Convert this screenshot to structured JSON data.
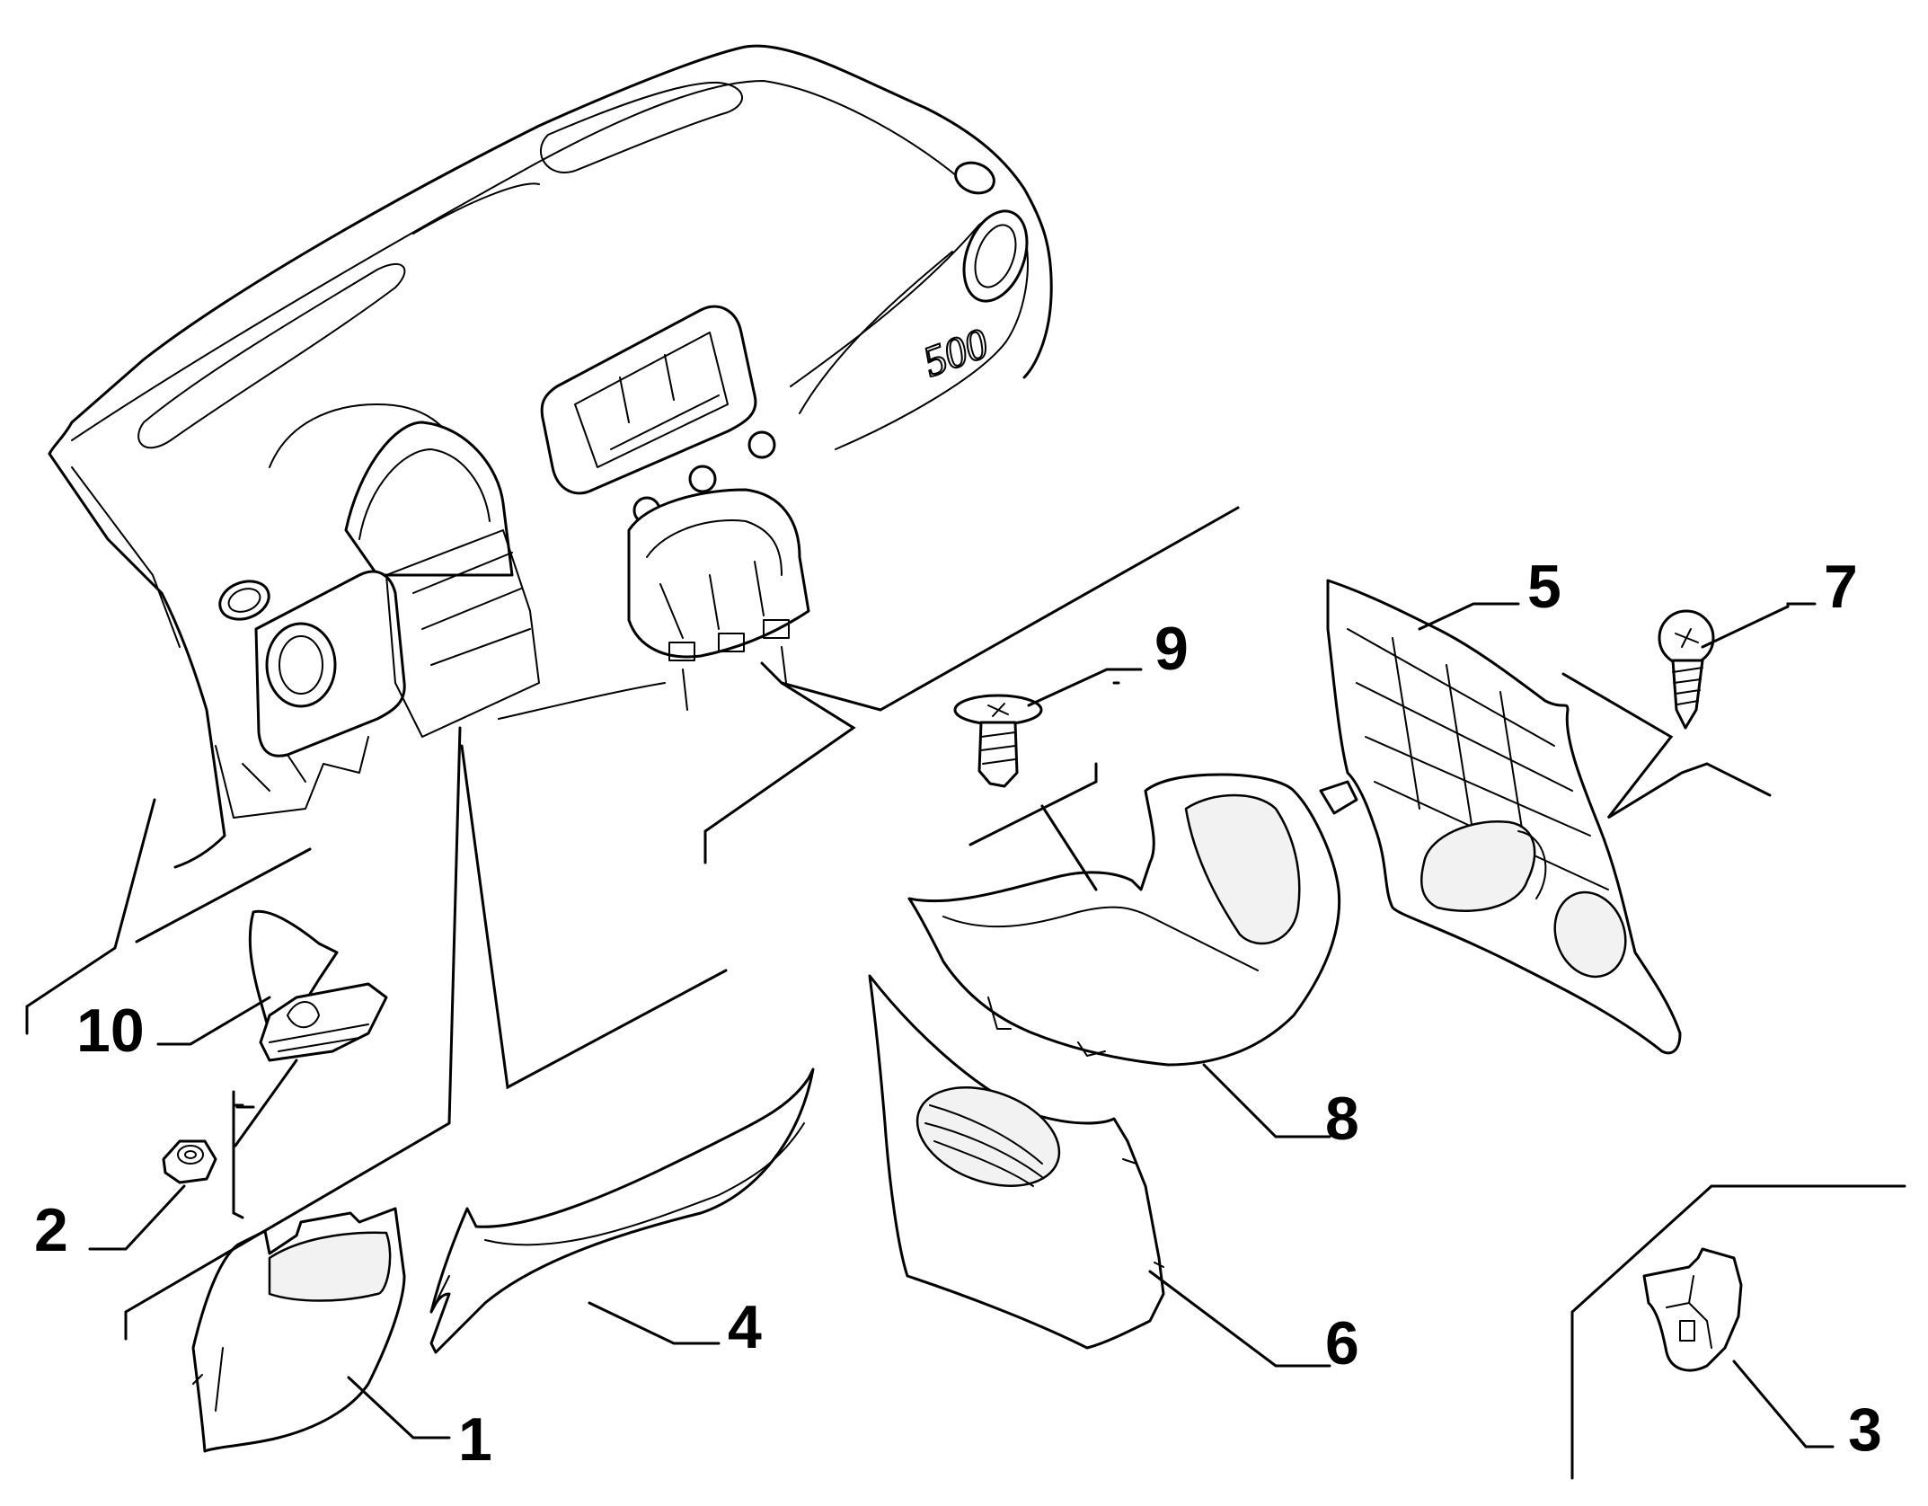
{
  "callouts": {
    "c1": "1",
    "c2": "2",
    "c3": "3",
    "c4": "4",
    "c5": "5",
    "c6": "6",
    "c7": "7",
    "c8": "8",
    "c9": "9",
    "c10": "10"
  },
  "logo_text": "500",
  "colors": {
    "line": "#000000",
    "background": "#ffffff"
  }
}
